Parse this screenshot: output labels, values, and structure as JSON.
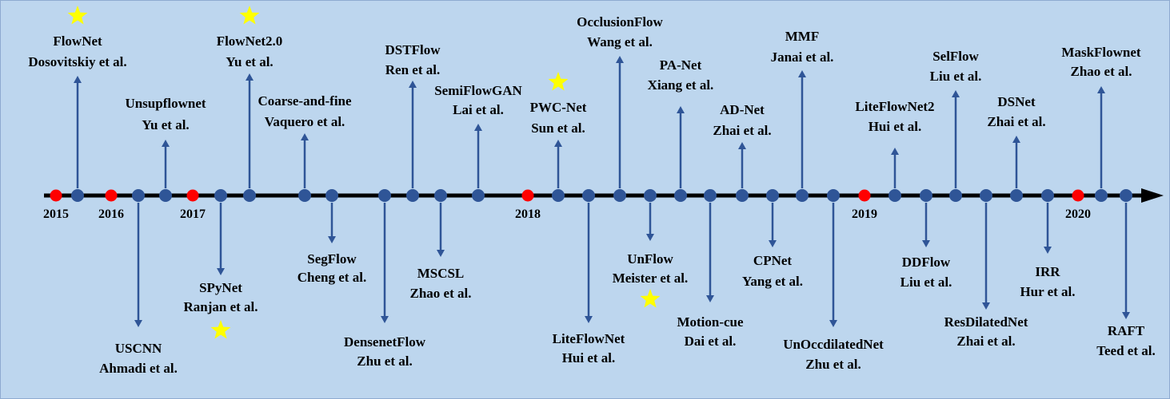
{
  "timeline": {
    "years": [
      {
        "label": "2015"
      },
      {
        "label": "2016"
      },
      {
        "label": "2017"
      },
      {
        "label": "2018"
      },
      {
        "label": "2019"
      },
      {
        "label": "2020"
      }
    ],
    "methods": [
      {
        "name": "FlowNet",
        "authors": "Dosovitskiy et al.",
        "star": true
      },
      {
        "name": "USCNN",
        "authors": "Ahmadi et al.",
        "star": false
      },
      {
        "name": "Unsupflownet",
        "authors": "Yu et al.",
        "star": false
      },
      {
        "name": "SPyNet",
        "authors": "Ranjan et al.",
        "star": true
      },
      {
        "name": "FlowNet2.0",
        "authors": "Yu et al.",
        "star": true
      },
      {
        "name": "Coarse-and-fine",
        "authors": "Vaquero et al.",
        "star": false
      },
      {
        "name": "SegFlow",
        "authors": "Cheng et al.",
        "star": false
      },
      {
        "name": "DensenetFlow",
        "authors": "Zhu et al.",
        "star": false
      },
      {
        "name": "DSTFlow",
        "authors": "Ren et al.",
        "star": false
      },
      {
        "name": "MSCSL",
        "authors": "Zhao et al.",
        "star": false
      },
      {
        "name": "SemiFlowGAN",
        "authors": "Lai et al.",
        "star": false
      },
      {
        "name": "PWC-Net",
        "authors": "Sun et al.",
        "star": true
      },
      {
        "name": "LiteFlowNet",
        "authors": "Hui et al.",
        "star": false
      },
      {
        "name": "OcclusionFlow",
        "authors": "Wang et al.",
        "star": false
      },
      {
        "name": "UnFlow",
        "authors": "Meister et al.",
        "star": true
      },
      {
        "name": "PA-Net",
        "authors": "Xiang et al.",
        "star": false
      },
      {
        "name": "Motion-cue",
        "authors": "Dai et al.",
        "star": false
      },
      {
        "name": "AD-Net",
        "authors": "Zhai et al.",
        "star": false
      },
      {
        "name": "CPNet",
        "authors": "Yang et al.",
        "star": false
      },
      {
        "name": "MMF",
        "authors": "Janai et al.",
        "star": false
      },
      {
        "name": "UnOccdilatedNet",
        "authors": "Zhu et al.",
        "star": false
      },
      {
        "name": "LiteFlowNet2",
        "authors": "Hui et al.",
        "star": false
      },
      {
        "name": "DDFlow",
        "authors": "Liu et al.",
        "star": false
      },
      {
        "name": "SelFlow",
        "authors": "Liu et al.",
        "star": false
      },
      {
        "name": "ResDilatedNet",
        "authors": "Zhai et al.",
        "star": false
      },
      {
        "name": "DSNet",
        "authors": "Zhai et al.",
        "star": false
      },
      {
        "name": "IRR",
        "authors": "Hur et al.",
        "star": false
      },
      {
        "name": "MaskFlownet",
        "authors": "Zhao et al.",
        "star": false
      },
      {
        "name": "RAFT",
        "authors": "Teed et al.",
        "star": false
      }
    ]
  },
  "colors": {
    "background": "#bdd6ee",
    "axis": "#000000",
    "method_node": "#2f5597",
    "year_node": "#ff0000",
    "connector": "#2f5597",
    "star": "#ffff00"
  }
}
